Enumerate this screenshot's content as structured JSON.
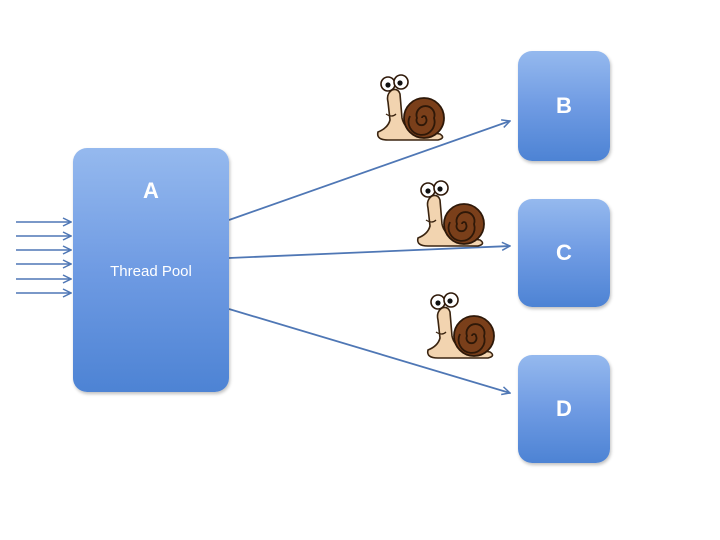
{
  "nodes": {
    "a": {
      "label": "A",
      "sublabel": "Thread Pool"
    },
    "b": {
      "label": "B"
    },
    "c": {
      "label": "C"
    },
    "d": {
      "label": "D"
    }
  },
  "colors": {
    "box_top": "#95b9ee",
    "box_bottom": "#4d83d4",
    "arrow": "#4f77b5",
    "snail_shell": "#7a3f1a",
    "snail_body": "#f2d4b0"
  },
  "icons": {
    "snail": "snail-icon"
  }
}
